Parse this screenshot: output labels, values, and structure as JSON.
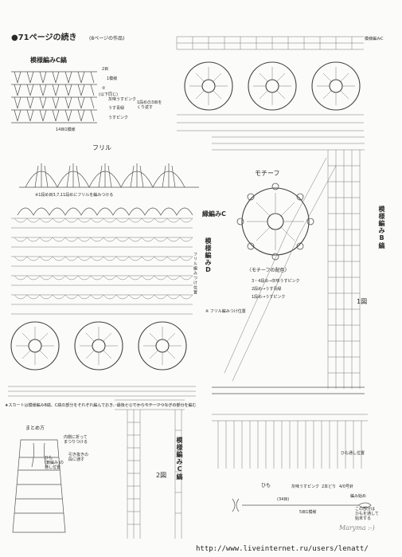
{
  "header": {
    "title": "●71ページの続き",
    "subtitle": "(8ページの作品)"
  },
  "pattern_c": {
    "title": "模様編みC縞",
    "legend": [
      "2目",
      "1模様",
      "②",
      "(以下同じ)"
    ],
    "row_notes": [
      "灰味うすピンク",
      "うす青緑",
      "うすピンク"
    ],
    "repeat_note": "1段めの3目を\nくり返す",
    "stitch_count": "14目1模様"
  },
  "frill": {
    "title": "フリル",
    "note": "※1段め目3,7,11段めにフリルを編みつける"
  },
  "left_labels": {
    "pattern_c_edge": "縁編みC",
    "pattern_d": "模様編みD",
    "frill_position": "フリル編みつけ位置"
  },
  "motif": {
    "title": "モチーフ",
    "color_title": "〈モチーフの配色〉",
    "color_rows": [
      "3・4段め→灰味うすピンク",
      "2段め→うす青緑",
      "1段め→うすピンク"
    ],
    "frill_note": "※ フリル編みつけ位置"
  },
  "right_labels": {
    "top_note": "模様編みC",
    "pattern_b": "模様編みB縞",
    "figure1": "1図",
    "string_position": "ひも通し位置"
  },
  "bottom": {
    "note": "★スカートは模様編みB縞、C縞の部分をそれぞれ編んでおき、最後とじてからモチーフつなぎの部分を編む",
    "figure2": "2図",
    "pattern_c_stripe": "模様編みC縞",
    "matome_title": "まとめ方",
    "matome_notes": [
      "内側に折って\nまつりつける",
      "ひも\n(鎖編み)の\n通し位置",
      "引き抜きの\n段に通す"
    ],
    "cord_title": "ひも",
    "cord_color": "灰味うすピンク",
    "cord_strands": "2本どり",
    "cord_hook": "4/0号針",
    "cord_start": "編み始め",
    "cord_length": "(34目)",
    "cord_count": "5目1模様",
    "cord_side_note": "この部分は\nひもを通して\n始末する",
    "watermark": "Maryma :-)",
    "url": "http://www.liveinternet.ru/users/lenatt/"
  }
}
